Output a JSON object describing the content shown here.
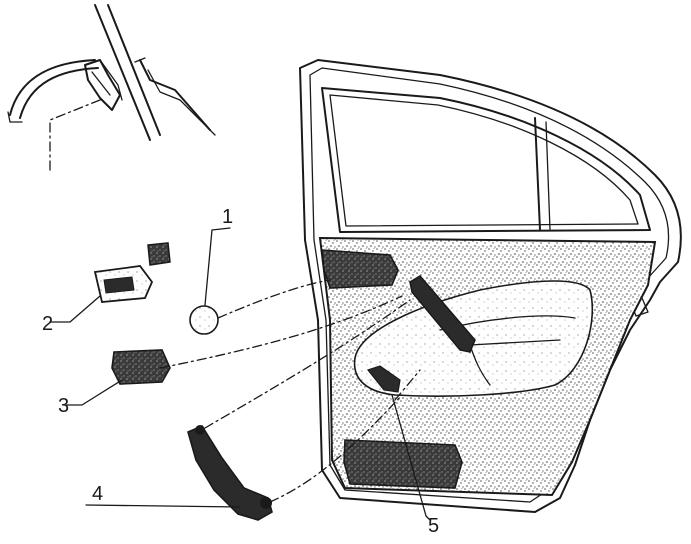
{
  "figure": {
    "callouts": [
      {
        "id": "c1",
        "label": "1"
      },
      {
        "id": "c2",
        "label": "2"
      },
      {
        "id": "c3",
        "label": "3"
      },
      {
        "id": "c4",
        "label": "4"
      },
      {
        "id": "c5",
        "label": "5"
      }
    ],
    "colors": {
      "ink": "#1a1a1a",
      "paper": "#ffffff",
      "trim_texture": "#8a8a8a",
      "dark_part": "#2b2b2b"
    }
  }
}
